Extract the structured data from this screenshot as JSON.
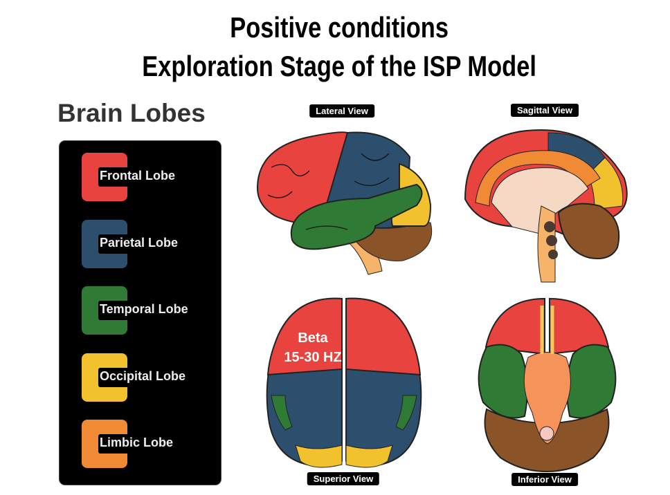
{
  "title": {
    "line1": "Positive conditions",
    "line2": "Exploration Stage of the ISP Model"
  },
  "legend": {
    "heading": "Brain Lobes",
    "items": [
      {
        "label": "Frontal Lobe",
        "color": "#e8433f"
      },
      {
        "label": "Parietal Lobe",
        "color": "#2d4f6e"
      },
      {
        "label": "Temporal Lobe",
        "color": "#2f7a35"
      },
      {
        "label": "Occipital Lobe",
        "color": "#f2c12e"
      },
      {
        "label": "Limbic Lobe",
        "color": "#f08a35"
      }
    ]
  },
  "views": {
    "lateral": "Lateral View",
    "sagittal": "Sagittal View",
    "superior": "Superior View",
    "inferior": "Inferior View"
  },
  "annotation": {
    "line1": "Beta",
    "line2": "15-30 HZ"
  }
}
